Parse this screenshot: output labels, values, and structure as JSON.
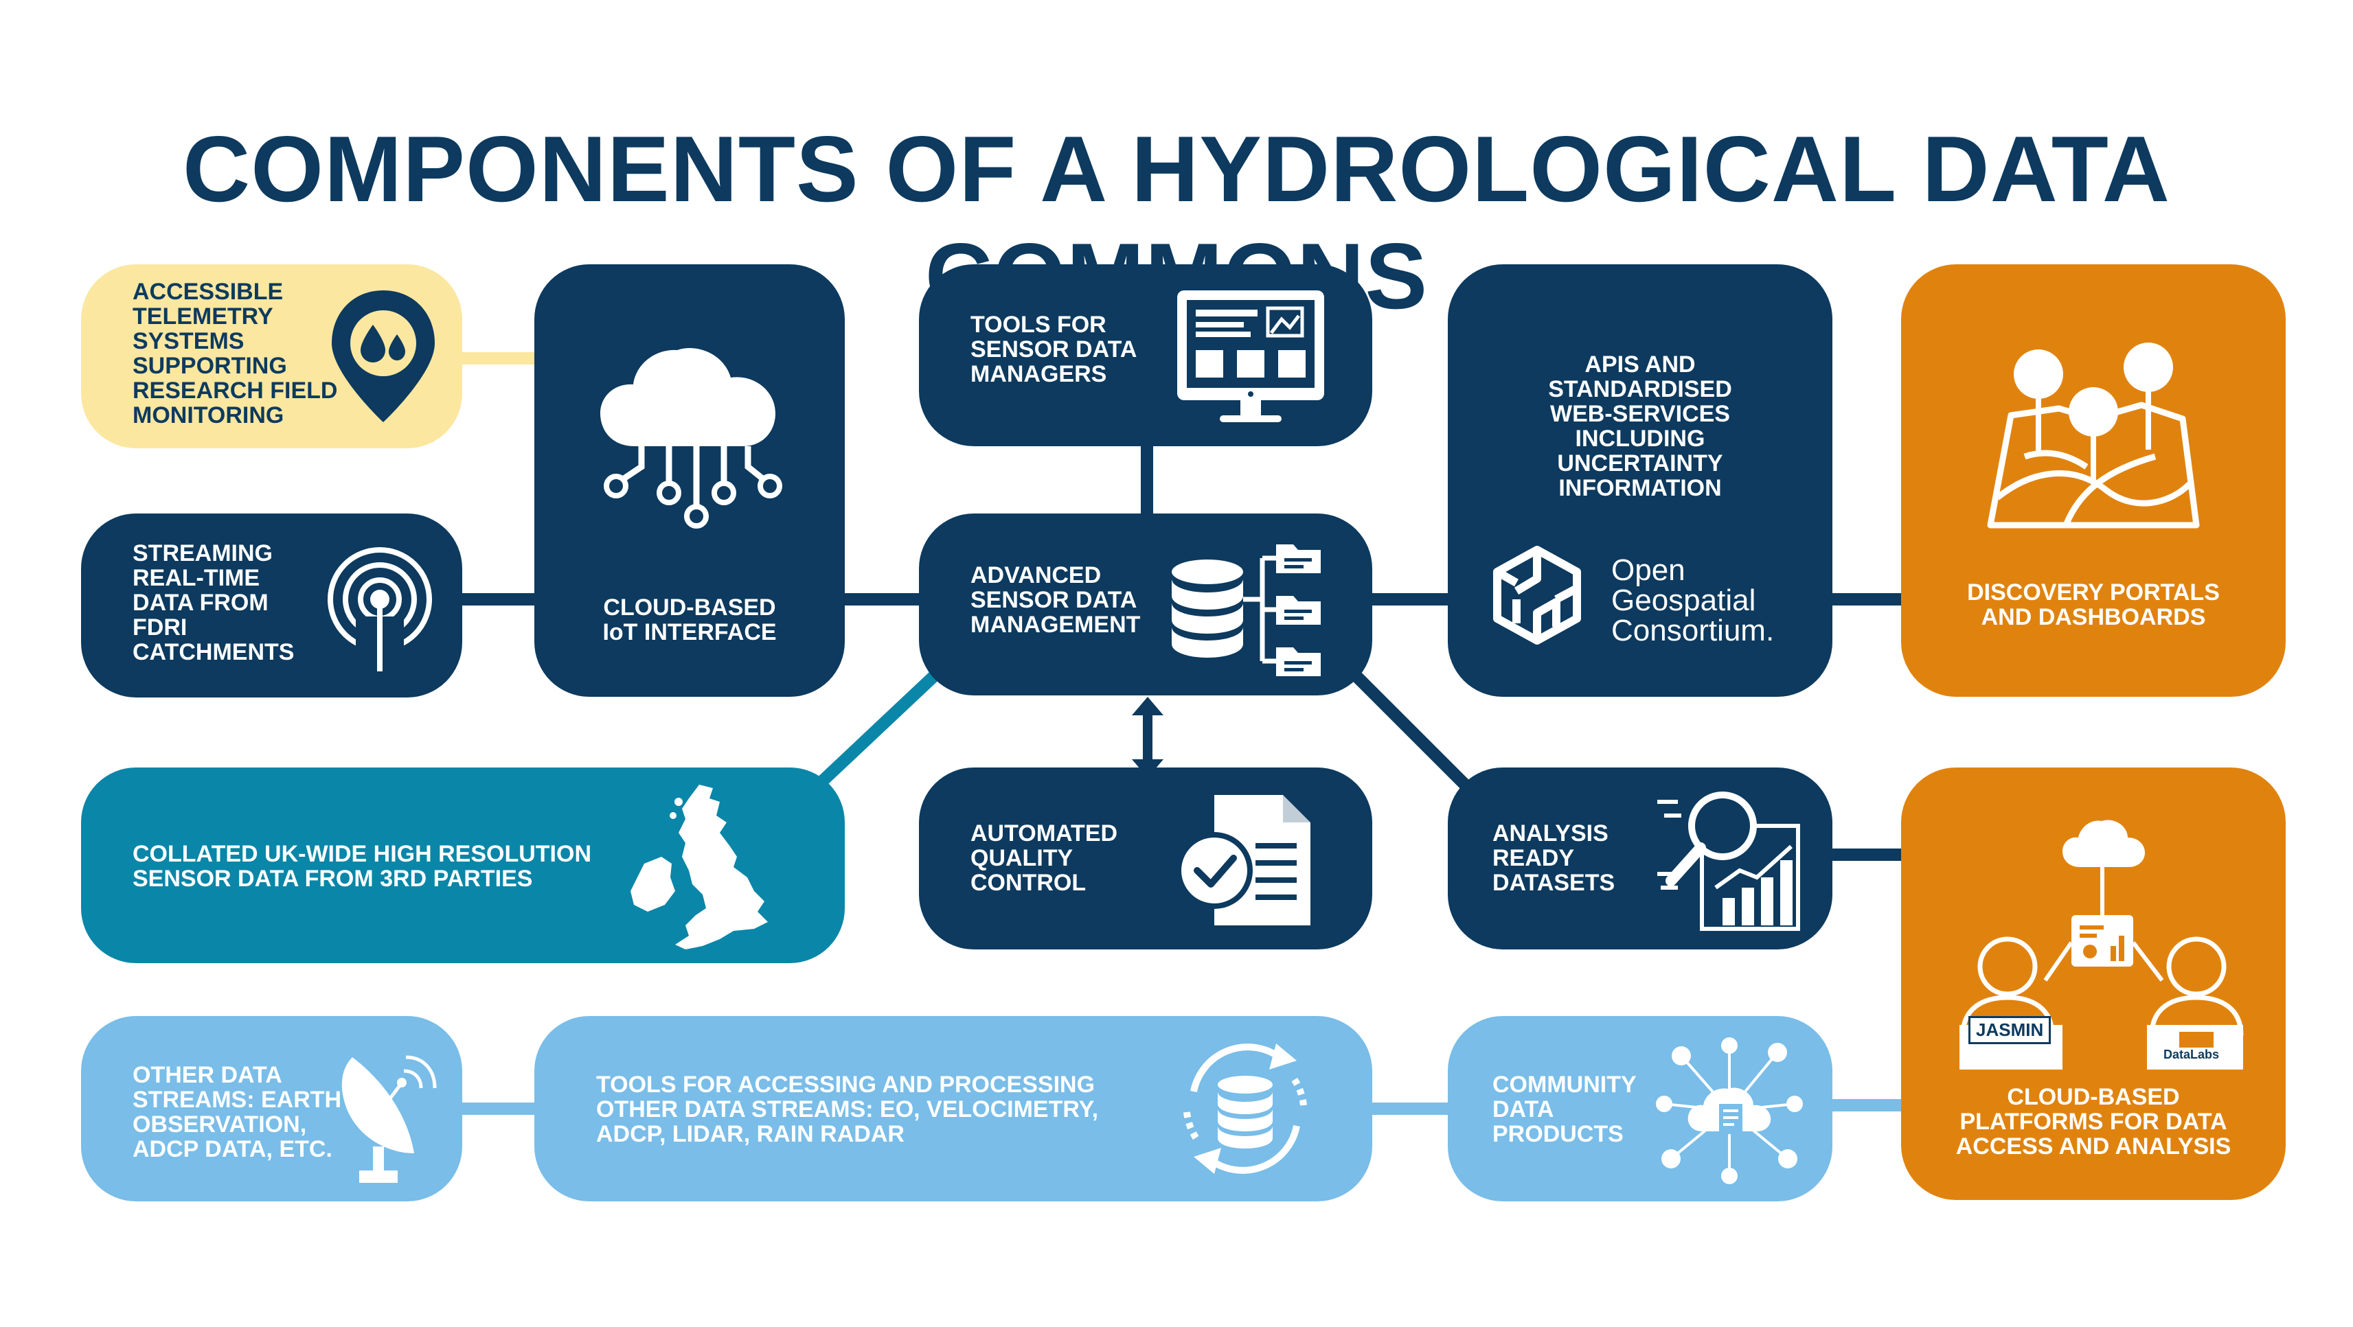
{
  "title": "COMPONENTS OF A HYDROLOGICAL DATA COMMONS",
  "colors": {
    "navy": "#0d3a5e",
    "teal": "#0a86a8",
    "light_blue": "#79bde8",
    "yellow": "#fbe7a0",
    "orange": "#e0830e"
  },
  "boxes": {
    "telemetry": {
      "lines": [
        "ACCESSIBLE",
        "TELEMETRY",
        "SYSTEMS",
        "SUPPORTING",
        "RESEARCH FIELD",
        "MONITORING"
      ],
      "icon": "location-pin-water-drops-icon"
    },
    "streaming": {
      "lines": [
        "STREAMING",
        "REAL-TIME",
        "DATA FROM",
        "FDRI",
        "CATCHMENTS"
      ],
      "icon": "radio-signal-icon"
    },
    "iot": {
      "lines": [
        "CLOUD-BASED",
        "IoT INTERFACE"
      ],
      "icon": "cloud-circuit-icon"
    },
    "tools_managers": {
      "lines": [
        "TOOLS FOR",
        "SENSOR DATA",
        "MANAGERS"
      ],
      "icon": "monitor-dashboard-icon"
    },
    "advanced": {
      "lines": [
        "ADVANCED",
        "SENSOR DATA",
        "MANAGEMENT"
      ],
      "icon": "database-folders-icon"
    },
    "apis": {
      "lines": [
        "APIS AND",
        "STANDARDISED",
        "WEB-SERVICES",
        "INCLUDING",
        "UNCERTAINTY",
        "INFORMATION"
      ],
      "logo_lines": [
        "Open",
        "Geospatial",
        "Consortium."
      ]
    },
    "discovery": {
      "lines": [
        "DISCOVERY PORTALS",
        "AND DASHBOARDS"
      ],
      "icon": "map-pins-icon"
    },
    "collated": {
      "lines": [
        "COLLATED UK-WIDE HIGH RESOLUTION",
        "SENSOR DATA FROM 3RD PARTIES"
      ],
      "icon": "uk-map-icon"
    },
    "aqc": {
      "lines": [
        "AUTOMATED",
        "QUALITY",
        "CONTROL"
      ],
      "icon": "document-check-icon"
    },
    "analysis": {
      "lines": [
        "ANALYSIS",
        "READY",
        "DATASETS"
      ],
      "icon": "magnifier-chart-icon"
    },
    "cloud_platforms": {
      "lines": [
        "CLOUD-BASED",
        "PLATFORMS FOR DATA",
        "ACCESS AND ANALYSIS"
      ],
      "tags": [
        "JASMIN",
        "DataLabs"
      ],
      "icon": "users-cloud-icon"
    },
    "other": {
      "lines": [
        "OTHER DATA",
        "STREAMS: EARTH",
        "OBSERVATION,",
        "ADCP DATA, ETC."
      ],
      "icon": "satellite-dish-icon"
    },
    "tools_processing": {
      "lines": [
        "TOOLS FOR ACCESSING AND PROCESSING",
        "OTHER DATA STREAMS: EO, VELOCIMETRY,",
        "ADCP, LIDAR, RAIN RADAR"
      ],
      "icon": "database-sync-icon"
    },
    "community": {
      "lines": [
        "COMMUNITY",
        "DATA",
        "PRODUCTS"
      ],
      "icon": "network-cloud-icon"
    }
  }
}
